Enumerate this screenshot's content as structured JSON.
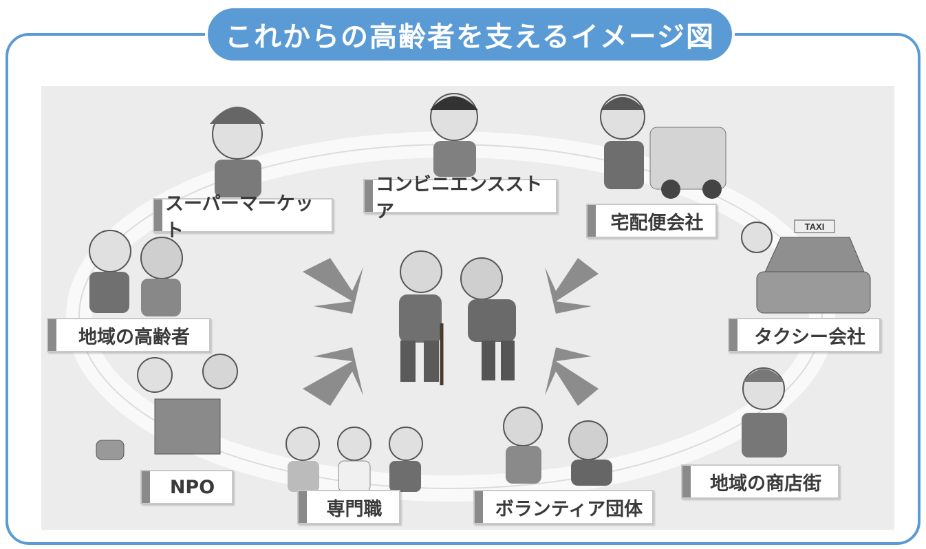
{
  "title": "これからの高齢者を支えるイメージ図",
  "labels": {
    "supermarket": "スーパーマーケット",
    "convenience_store": "コンビニエンスストア",
    "delivery": "宅配便会社",
    "taxi": "タクシー会社",
    "local_elderly": "地域の高齢者",
    "npo": "NPO",
    "professionals": "専門職",
    "volunteer": "ボランティア団体",
    "shopping_street": "地域の商店街",
    "taxi_sign": "TAXI"
  },
  "colors": {
    "accent": "#5b9bd5",
    "panel": "#ececec",
    "ring": "#f7f7f7",
    "arrow": "#8c8c8c",
    "label_bar": "#8a8a8a"
  }
}
